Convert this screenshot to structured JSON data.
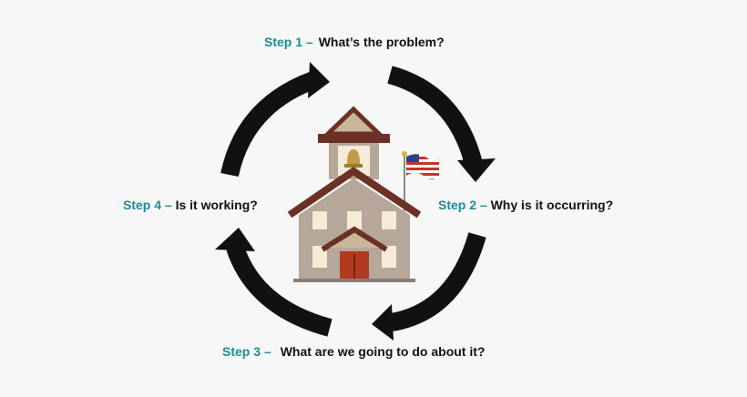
{
  "colors": {
    "step_number": "#1b8e99",
    "question_text": "#111111",
    "arrow": "#111111",
    "building_wall": "#b6a79a",
    "roof": "#6b3126",
    "window": "#f4ecd6",
    "door": "#b23a1e",
    "background": "#f7f7f7"
  },
  "steps": [
    {
      "number": "Step 1 –",
      "question": "What’s the problem?"
    },
    {
      "number": "Step 2 –",
      "question": "Why is it occurring?"
    },
    {
      "number": "Step 3 –",
      "question": "What are we going to do about it?"
    },
    {
      "number": "Step 4 –",
      "question": "Is it working?"
    }
  ],
  "center_icon": "schoolhouse-with-flag-icon"
}
